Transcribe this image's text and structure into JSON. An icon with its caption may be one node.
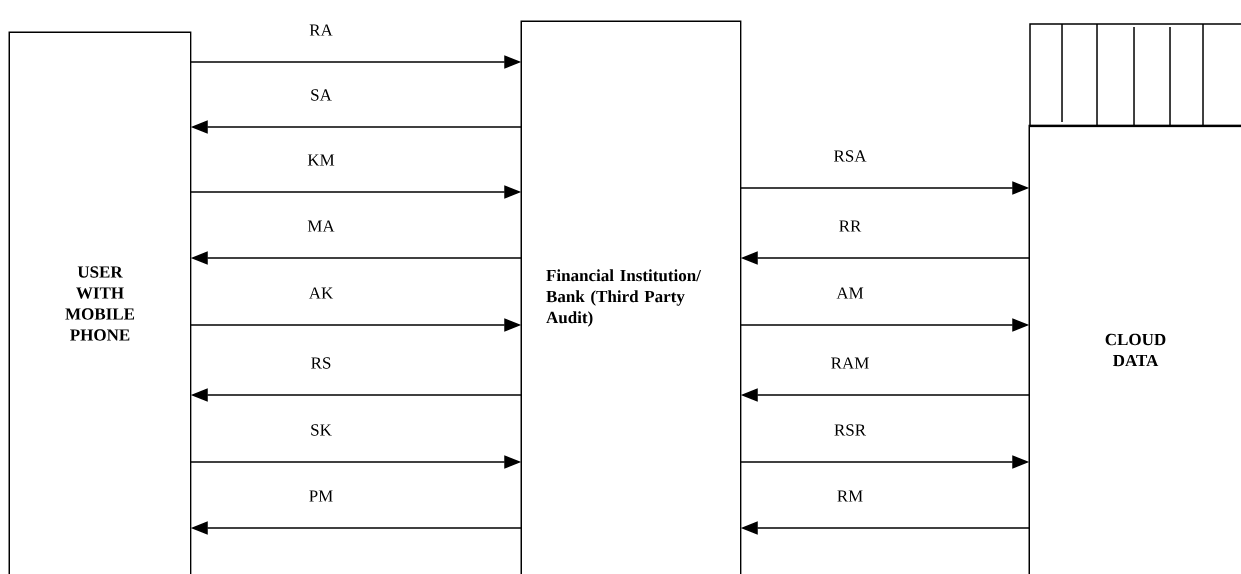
{
  "diagram": {
    "nodes": [
      {
        "text": [
          "USER WITH MOBILE PHONE"
        ]
      },
      {
        "text": [
          "Financial Institution/ Bank (Third Party Audit)"
        ]
      },
      {
        "text": [
          "CLOUD DATA"
        ]
      }
    ],
    "edges": [
      {
        "from": 0,
        "to": 1,
        "arrow": "to",
        "label": "RA"
      },
      {
        "from": 1,
        "to": 0,
        "arrow": "to",
        "label": "SA"
      },
      {
        "from": 0,
        "to": 1,
        "arrow": "to",
        "label": "KM"
      },
      {
        "from": 1,
        "to": 0,
        "arrow": "to",
        "label": "MA"
      },
      {
        "from": 0,
        "to": 1,
        "arrow": "to",
        "label": "AK"
      },
      {
        "from": 1,
        "to": 0,
        "arrow": "to",
        "label": "RS"
      },
      {
        "from": 0,
        "to": 1,
        "arrow": "to",
        "label": "SK"
      },
      {
        "from": 1,
        "to": 0,
        "arrow": "to",
        "label": "PM"
      },
      {
        "from": 1,
        "to": 2,
        "arrow": "to",
        "label": "RSA"
      },
      {
        "from": 2,
        "to": 1,
        "arrow": "to",
        "label": "RR"
      },
      {
        "from": 1,
        "to": 2,
        "arrow": "to",
        "label": "AM"
      },
      {
        "from": 2,
        "to": 1,
        "arrow": "to",
        "label": "RAM"
      },
      {
        "from": 1,
        "to": 2,
        "arrow": "to",
        "label": "RSR"
      },
      {
        "from": 2,
        "to": 1,
        "arrow": "to",
        "label": "RM"
      }
    ]
  }
}
